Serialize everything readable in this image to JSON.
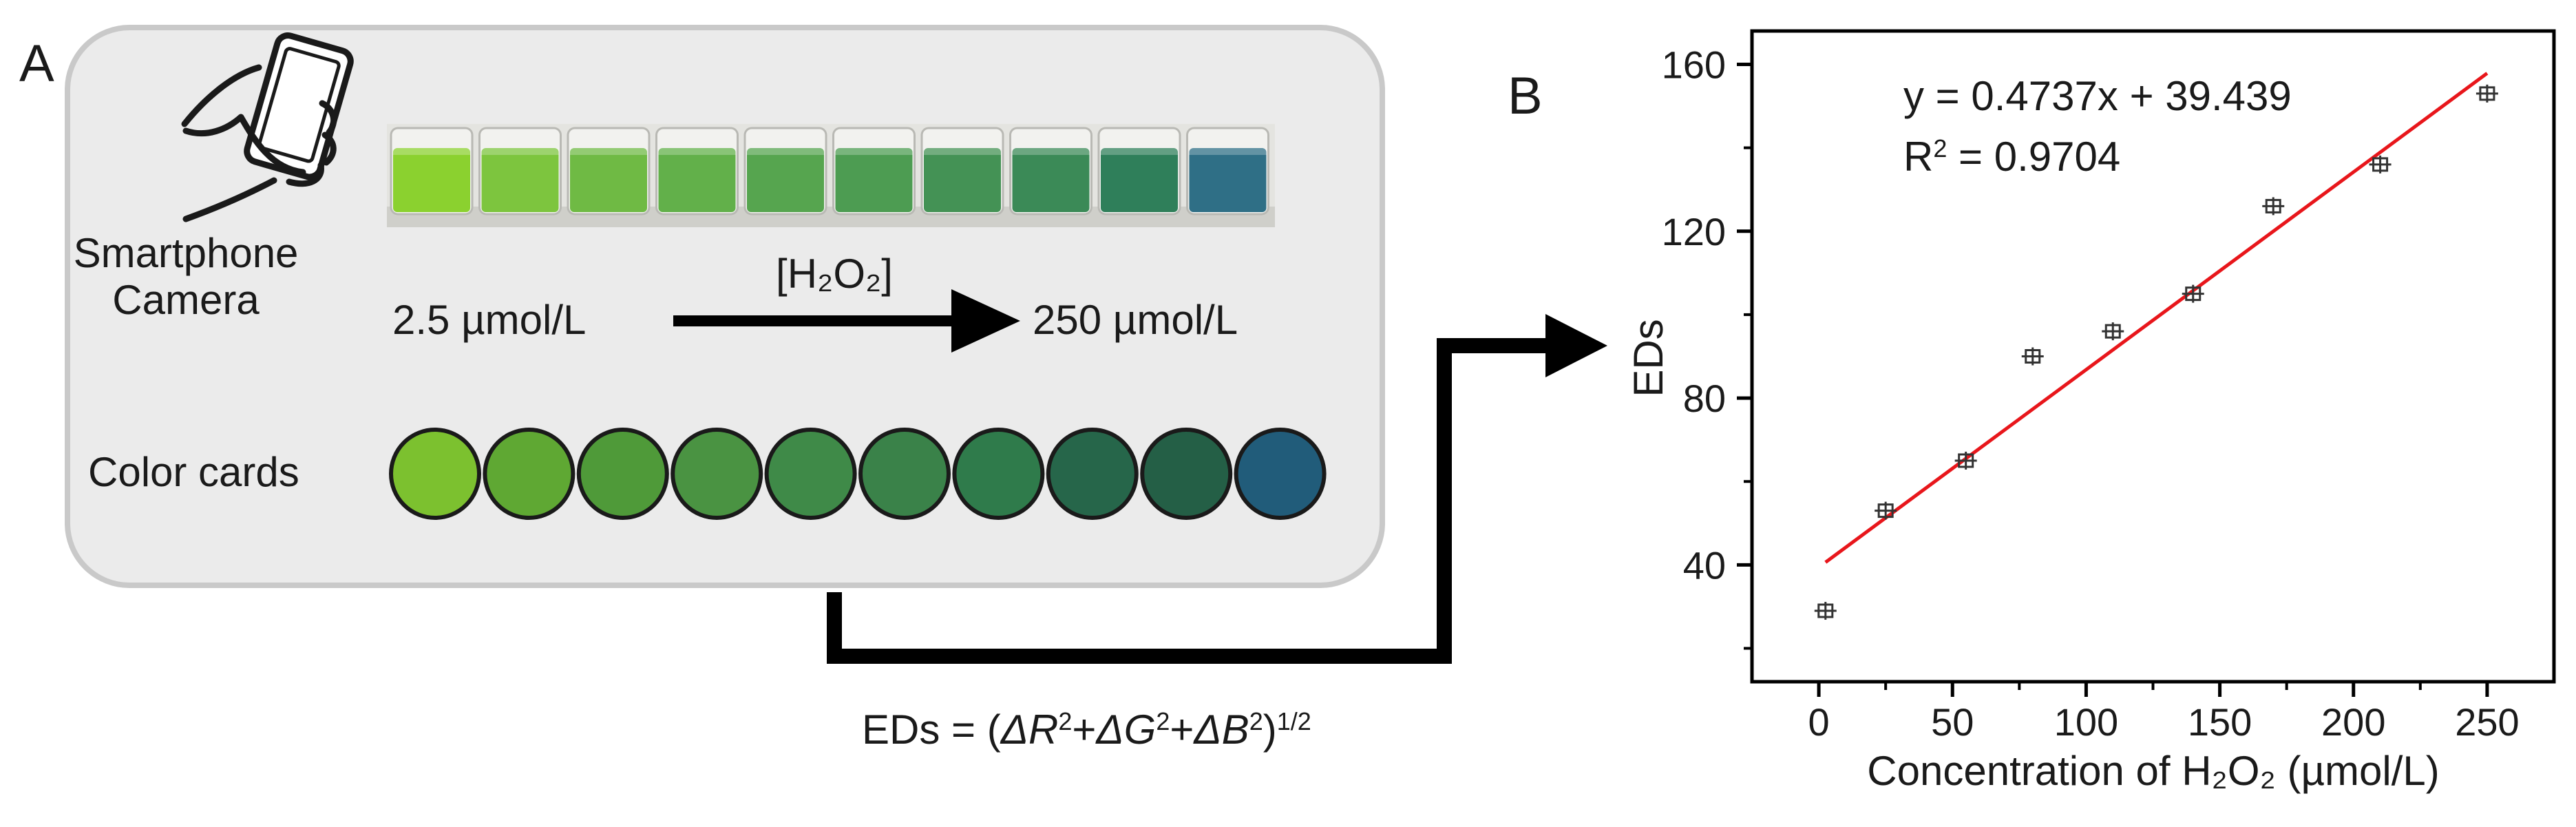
{
  "panel_a": {
    "letter": "A",
    "camera_label_1": "Smartphone",
    "camera_label_2": "Camera",
    "reagent_label": "[H₂O₂]",
    "conc_start": "2.5 µmol/L",
    "conc_end": "250 µmol/L",
    "color_cards_label": "Color cards",
    "color_cards": [
      "#7cc12f",
      "#5fa833",
      "#4f9a39",
      "#4a9342",
      "#3f8a48",
      "#3a8249",
      "#2f7b4b",
      "#26664a",
      "#245f46",
      "#215c7a"
    ],
    "vial_colors": [
      "#8bd12f",
      "#7dc53e",
      "#6fba44",
      "#62b04a",
      "#56a54f",
      "#4d9c52",
      "#449255",
      "#3b8a57",
      "#2f7f5a",
      "#2f6f86"
    ],
    "icon": "smartphone-in-hand-icon"
  },
  "formula": {
    "prefix": "EDs = (",
    "r": "ΔR",
    "plus1": "+",
    "g": "ΔG",
    "plus2": "+",
    "b": "ΔB",
    "sq": "2",
    "exp": "1/2",
    "close": ")"
  },
  "panel_b": {
    "letter": "B",
    "equation": "y = 0.4737x + 39.439",
    "r2_prefix": "R",
    "r2_sup": "2",
    "r2_value": " = 0.9704"
  },
  "chart_data": {
    "type": "scatter",
    "xlabel": "Concentration of H₂O₂ (µmol/L)",
    "ylabel": "EDs",
    "xlim": [
      -25,
      275
    ],
    "ylim": [
      12,
      168
    ],
    "x_ticks": [
      0,
      50,
      100,
      150,
      200,
      250
    ],
    "y_ticks": [
      40,
      80,
      120,
      160
    ],
    "points": [
      {
        "x": 2.5,
        "y": 29
      },
      {
        "x": 25,
        "y": 53
      },
      {
        "x": 55,
        "y": 65
      },
      {
        "x": 80,
        "y": 90
      },
      {
        "x": 110,
        "y": 96
      },
      {
        "x": 140,
        "y": 105
      },
      {
        "x": 170,
        "y": 126
      },
      {
        "x": 210,
        "y": 136
      },
      {
        "x": 250,
        "y": 153
      }
    ],
    "fit": {
      "slope": 0.4737,
      "intercept": 39.439,
      "x_range": [
        2.5,
        250
      ],
      "color": "#e8161b"
    },
    "grid": false,
    "legend": "none"
  }
}
